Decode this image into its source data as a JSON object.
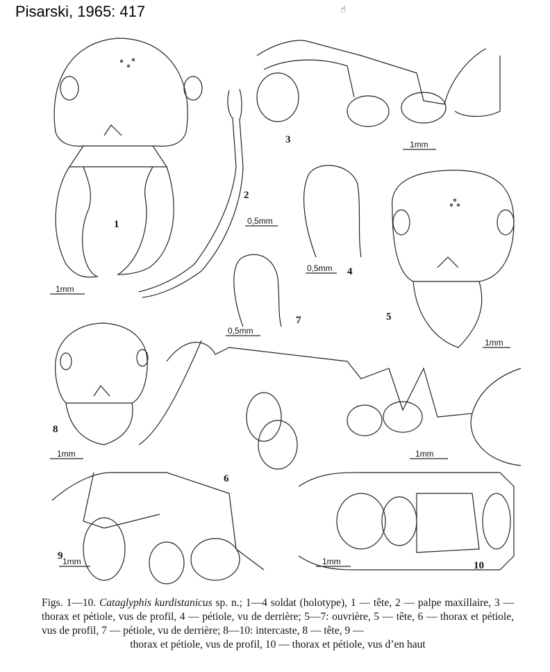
{
  "citation": "Pisarski, 1965: 417",
  "figure_labels": [
    "1",
    "2",
    "3",
    "4",
    "5",
    "6",
    "7",
    "8",
    "9",
    "10"
  ],
  "scale_labels": {
    "fig1": "1mm",
    "fig2": "0,5mm",
    "fig3": "1mm",
    "fig4": "0,5mm",
    "fig5": "1mm",
    "fig6": "1mm",
    "fig7": "0,5mm",
    "fig8": "1mm",
    "fig9": "1mm",
    "fig10": "1mm"
  },
  "caption": {
    "prefix": "Figs. 1—10. ",
    "species": "Cataglyphis kurdistanicus",
    "body": " sp. n.; 1—4 soldat (holotype), 1 — tête, 2 — palpe maxillaire, 3 — thorax et pétiole, vus de profil, 4 — pétiole, vu de derrière; 5—7: ouvrière, 5 — tête, 6 — thorax et pétiole, vus de profil, 7 — pétiole, vu de derrière; 8—10: intercaste, 8 — tête, 9 —",
    "last_line": "thorax et pétiole, vus de profil, 10 — thorax et pétiole, vus d’en haut"
  }
}
